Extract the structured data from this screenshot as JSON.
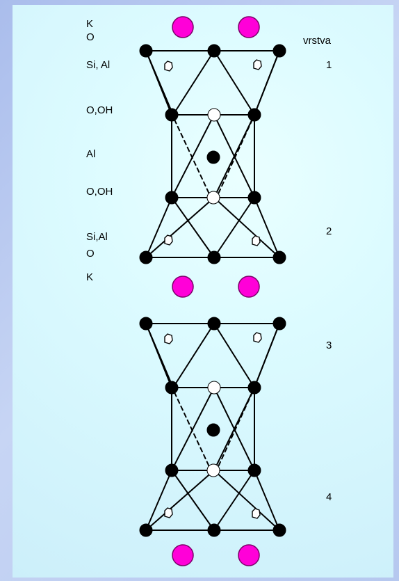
{
  "labels": {
    "k_top": "K",
    "o_top": "O",
    "si_al_1": "Si, Al",
    "o_oh_1": "O,OH",
    "al": "Al",
    "o_oh_2": "O,OH",
    "si_al_2": "Si,Al",
    "o_bottom": "O",
    "k_bottom": "K"
  },
  "layer_header": "vrstva",
  "layer_numbers": [
    "1",
    "2",
    "3",
    "4"
  ],
  "colors": {
    "background": "#b9c9ee",
    "panel": "#dcfbff",
    "potassium": "#ff00d8",
    "black_atom": "#000000",
    "white_atom": "#ffffff"
  }
}
